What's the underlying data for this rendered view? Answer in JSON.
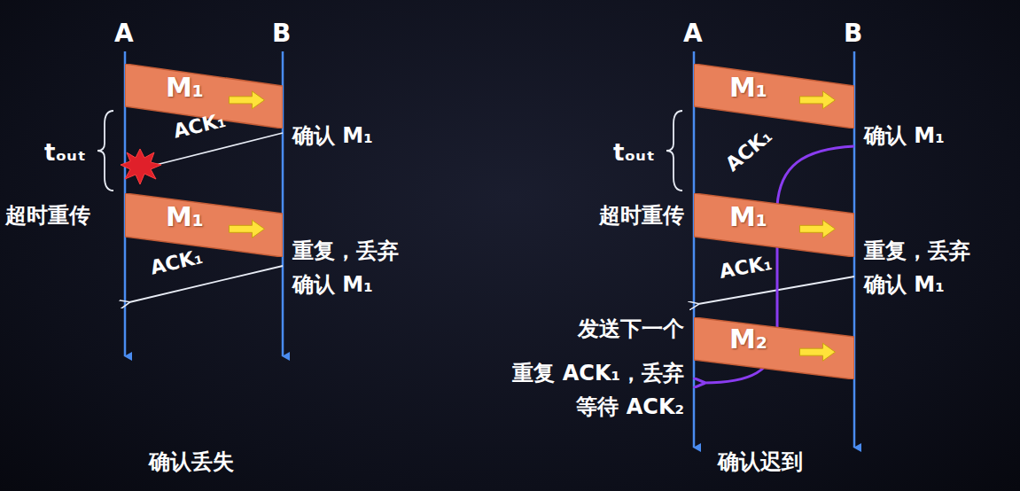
{
  "diagram": {
    "nodes": [
      {
        "text": [
          "M₁"
        ]
      },
      {
        "text": [
          "M₁"
        ]
      },
      {
        "text": [
          "M₁"
        ]
      },
      {
        "text": [
          "M₁"
        ]
      },
      {
        "text": [
          "M₂"
        ]
      }
    ],
    "labels": [
      "A",
      "B",
      "tₒᵤₜ",
      "ACK₁",
      "确认 M₁",
      "超时重传",
      "重复，丢弃",
      "确认 M₁",
      "ACK₁",
      "确认丢失",
      "A",
      "B",
      "tₒᵤₜ",
      "确认 M₁",
      "ACK₁",
      "超时重传",
      "重复，丢弃",
      "确认 M₁",
      "ACK₁",
      "发送下一个",
      "重复 ACK₁，丢弃",
      "等待 ACK₂",
      "确认迟到"
    ]
  }
}
